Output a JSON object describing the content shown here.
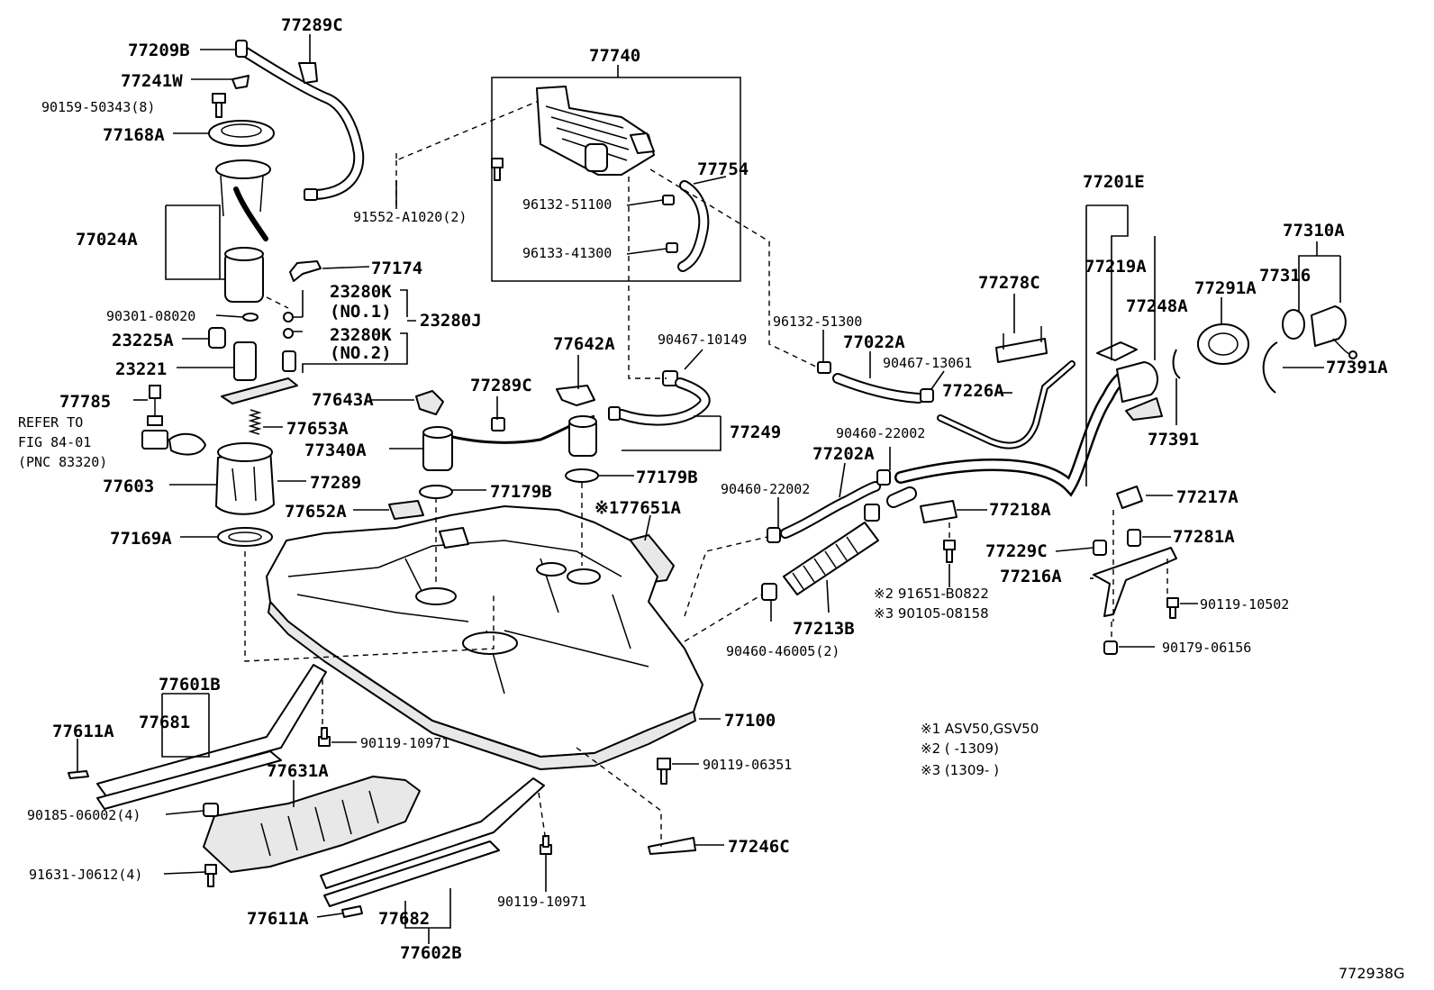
{
  "diagram_id": "772938G",
  "notes": {
    "n1": "※1 ASV50,GSV50",
    "n2": "※2 (      -1309)",
    "n3": "※3 (1309-      )"
  },
  "refer": {
    "line1": "REFER TO",
    "line2": "FIG 84-01",
    "line3": "(PNC 83320)"
  },
  "labels": {
    "p77289C_top": "77289C",
    "p77209B": "77209B",
    "p77241W": "77241W",
    "p90159": "90159-50343(8)",
    "p77168A": "77168A",
    "p77024A": "77024A",
    "p77174": "77174",
    "p90301": "90301-08020",
    "p23280K_1": "23280K",
    "p23280K_1b": "(NO.1)",
    "p23280K_2": "23280K",
    "p23280K_2b": "(NO.2)",
    "p23280J": "23280J",
    "p23225A": "23225A",
    "p23221": "23221",
    "p77785": "77785",
    "p77653A": "77653A",
    "p77603": "77603",
    "p77289": "77289",
    "p77169A": "77169A",
    "p77740": "77740",
    "p77754": "77754",
    "p96132_51100": "96132-51100",
    "p96133_41300": "96133-41300",
    "p91552": "91552-A1020(2)",
    "p90467_10149": "90467-10149",
    "p77642A": "77642A",
    "p77643A": "77643A",
    "p77289C_mid": "77289C",
    "p77340A": "77340A",
    "p77249": "77249",
    "p77179B_l": "77179B",
    "p77179B_r": "77179B",
    "p77652A": "77652A",
    "p77651A": "※177651A",
    "p96132_51300": "96132-51300",
    "p77022A": "77022A",
    "p90467_13061": "90467-13061",
    "p77226A": "77226A",
    "p90460_22002_a": "90460-22002",
    "p77202A": "77202A",
    "p90460_22002_b": "90460-22002",
    "p77218A": "77218A",
    "p91651": "※2 91651-B0822",
    "p90105": "※3 90105-08158",
    "p77213B": "77213B",
    "p90460_46005": "90460-46005(2)",
    "p77201E": "77201E",
    "p77219A": "77219A",
    "p77248A": "77248A",
    "p77278C": "77278C",
    "p77291A": "77291A",
    "p77310A": "77310A",
    "p77316": "77316",
    "p77391A": "77391A",
    "p77391": "77391",
    "p77217A": "77217A",
    "p77281A": "77281A",
    "p77229C": "77229C",
    "p77216A": "77216A",
    "p90119_10502": "90119-10502",
    "p90179": "90179-06156",
    "p77100": "77100",
    "p77601B": "77601B",
    "p77681": "77681",
    "p77611A_l": "77611A",
    "p90119_10971_a": "90119-10971",
    "p77631A": "77631A",
    "p90185": "90185-06002(4)",
    "p91631": "91631-J0612(4)",
    "p77611A_b": "77611A",
    "p77682": "77682",
    "p77602B": "77602B",
    "p90119_10971_b": "90119-10971",
    "p90119_06351": "90119-06351",
    "p77246C": "77246C"
  }
}
